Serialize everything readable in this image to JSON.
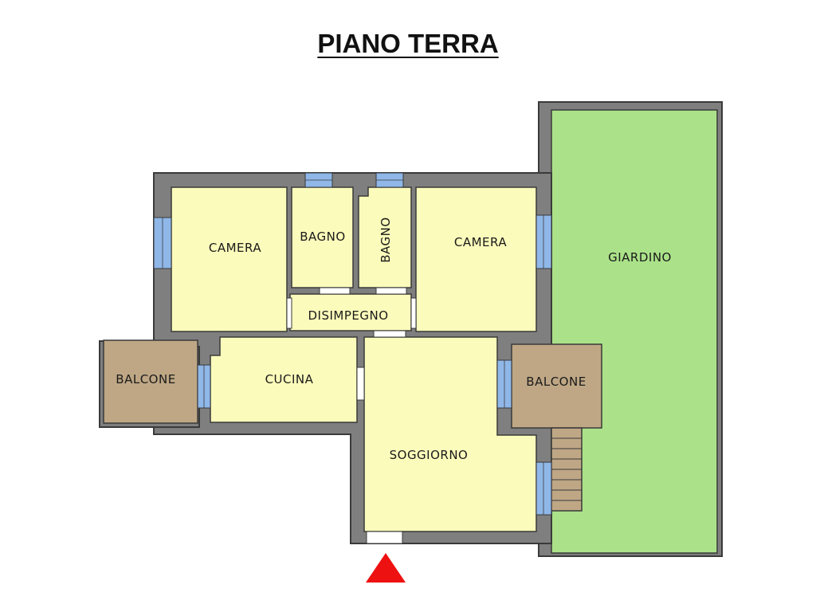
{
  "title": "PIANO TERRA",
  "colors": {
    "wall": "#7f7f7f",
    "wall_stroke": "#3a3a3a",
    "room_fill": "#fbfbbb",
    "garden_fill": "#abe289",
    "balcony_fill": "#bfa785",
    "window_fill": "#8fb7e8",
    "door_fill": "#ffffff",
    "entrance_marker": "#ee1111"
  },
  "rooms": {
    "camera_left": "CAMERA",
    "bagno_1": "BAGNO",
    "bagno_2": "BAGNO",
    "camera_right": "CAMERA",
    "disimpegno": "DISIMPEGNO",
    "cucina": "CUCINA",
    "soggiorno": "SOGGIORNO",
    "balcone_left": "BALCONE",
    "balcone_right": "BALCONE",
    "giardino": "GIARDINO"
  },
  "icons": {
    "entrance": "entrance-arrow-icon"
  }
}
